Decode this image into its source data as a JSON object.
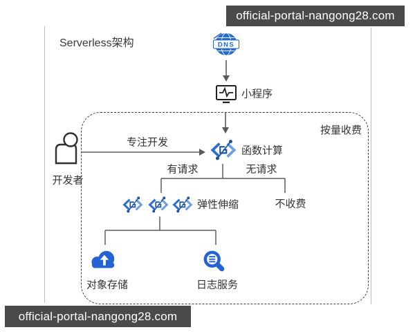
{
  "watermarks": {
    "top_right": "official-portal-nangong28.com",
    "bottom_left": "official-portal-nangong28.com"
  },
  "title": "Serverless架构",
  "billing_region_label": "按量收费",
  "nodes": {
    "dns": {
      "label": "DNS",
      "icon": "dns-globe-icon"
    },
    "mini_program": {
      "label": "小程序",
      "icon": "monitor-pulse-icon"
    },
    "developer": {
      "label": "开发者",
      "icon": "person-icon"
    },
    "function_compute": {
      "label": "函数计算",
      "icon": "function-compute-icon"
    },
    "elastic_scaling": {
      "label": "弹性伸缩",
      "icon": "function-compute-icon-x3"
    },
    "no_charge": {
      "label": "不收费"
    },
    "object_storage": {
      "label": "对象存储",
      "icon": "cloud-upload-icon"
    },
    "log_service": {
      "label": "日志服务",
      "icon": "log-search-icon"
    }
  },
  "edges": {
    "focus_dev_label": "专注开发",
    "has_request_label": "有请求",
    "no_request_label": "无请求"
  },
  "colors": {
    "accent_blue": "#2468c8",
    "icon_blue_dark": "#1d4f9e",
    "icon_blue_light": "#6f9fe0",
    "solid_icon_blue": "#2563d4",
    "line_gray": "#5a5a5a",
    "watermark_bg": "#4a4a4a",
    "watermark_fg": "#ffffff"
  }
}
